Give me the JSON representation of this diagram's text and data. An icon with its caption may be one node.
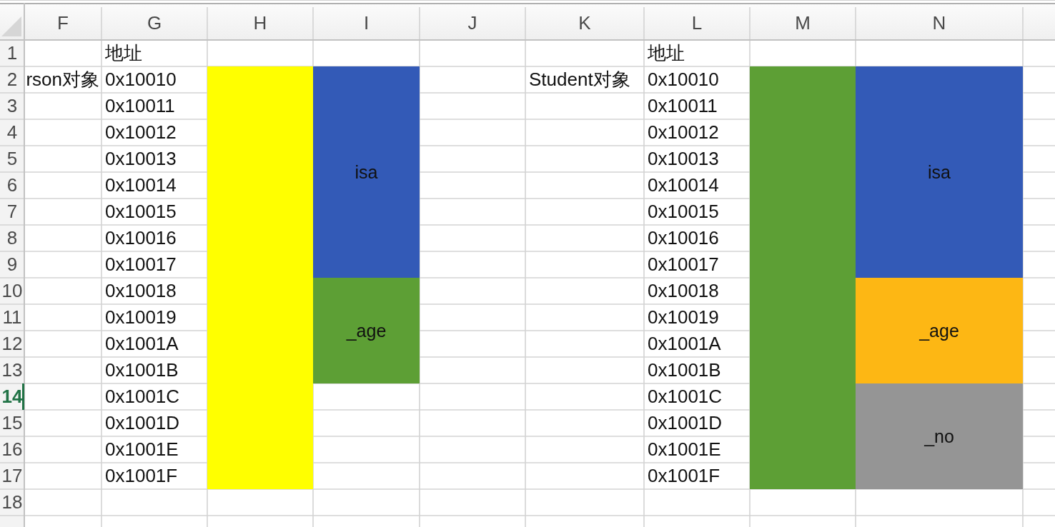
{
  "diagram": {
    "nodes": [
      {
        "text": [],
        "shape": "bar"
      },
      {
        "text": [
          "isa"
        ]
      },
      {
        "text": [
          "_age"
        ]
      },
      {
        "text": [],
        "shape": "bar"
      },
      {
        "text": [
          "isa"
        ]
      },
      {
        "text": [
          "_age"
        ]
      },
      {
        "text": [
          "_no"
        ]
      }
    ],
    "labels": [
      "F",
      "G",
      "H",
      "I",
      "J",
      "K",
      "L",
      "M",
      "N",
      "1",
      "地址",
      "地址",
      "2",
      "rson对象",
      "0x10010",
      "Student对象",
      "0x10010",
      "3",
      "0x10011",
      "0x10011",
      "4",
      "0x10012",
      "0x10012",
      "5",
      "0x10013",
      "0x10013",
      "6",
      "0x10014",
      "0x10014",
      "7",
      "0x10015",
      "0x10015",
      "8",
      "0x10016",
      "0x10016",
      "9",
      "0x10017",
      "0x10017",
      "10",
      "0x10018",
      "0x10018",
      "11",
      "0x10019",
      "0x10019",
      "12",
      "0x1001A",
      "0x1001A",
      "13",
      "0x1001B",
      "0x1001B",
      "14",
      "0x1001C",
      "0x1001C",
      "15",
      "0x1001D",
      "0x1001D",
      "16",
      "0x1001E",
      "0x1001E",
      "17",
      "0x1001F",
      "0x1001F",
      "18"
    ]
  }
}
